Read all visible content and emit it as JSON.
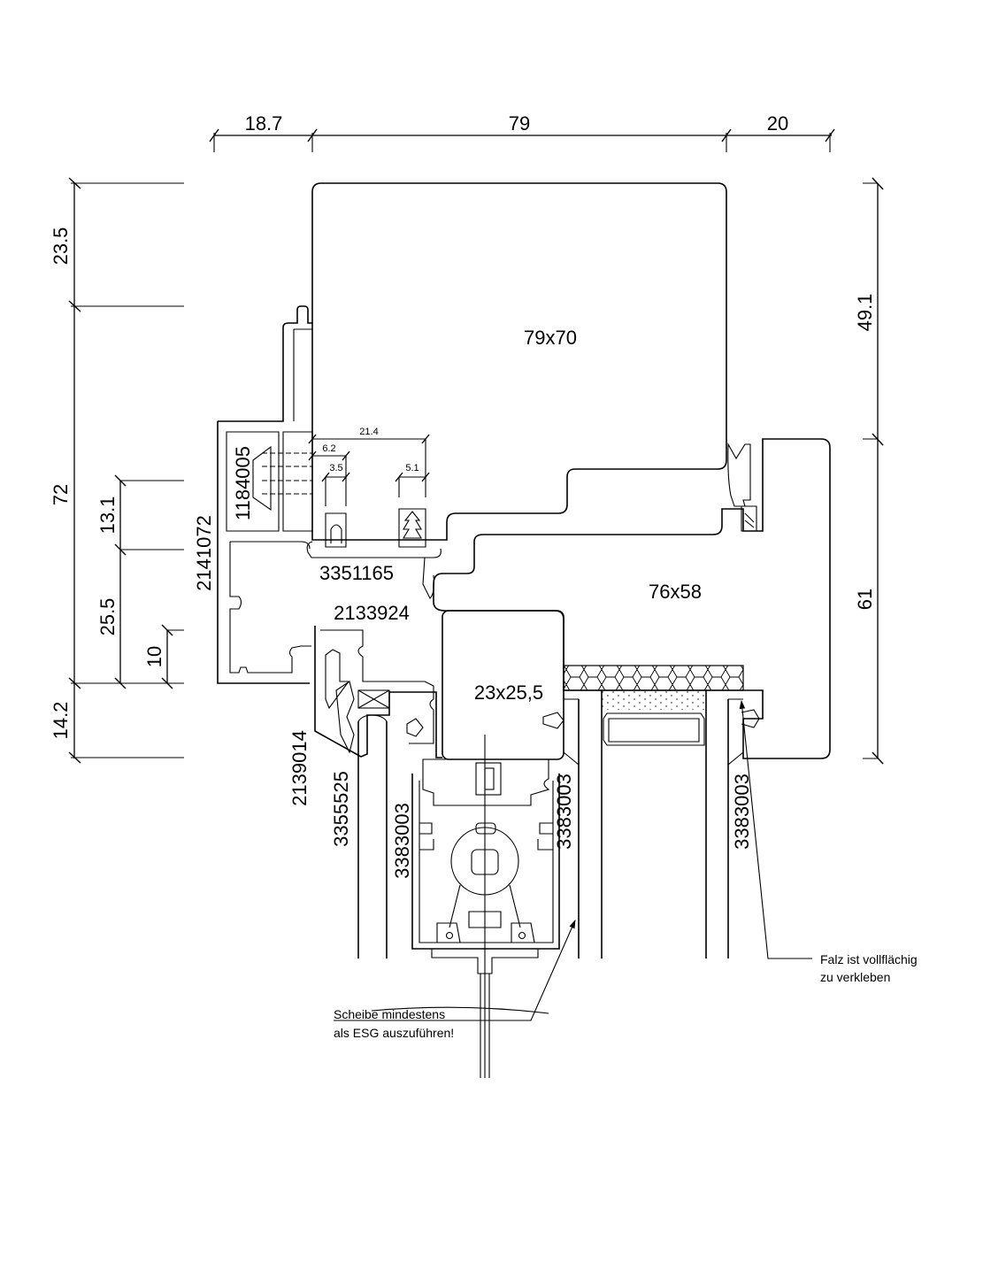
{
  "drawing": {
    "type": "technical-section-drawing",
    "line_color": "#000000",
    "background": "#ffffff"
  },
  "dimensions": {
    "top": [
      {
        "id": "top-1",
        "value": "18.7"
      },
      {
        "id": "top-2",
        "value": "79"
      },
      {
        "id": "top-3",
        "value": "20"
      }
    ],
    "left_outer": [
      {
        "id": "left-1",
        "value": "23.5"
      },
      {
        "id": "left-2",
        "value": "72"
      },
      {
        "id": "left-3",
        "value": "14.2"
      }
    ],
    "left_inner": [
      {
        "id": "left-inner-1",
        "value": "13.1"
      },
      {
        "id": "left-inner-2",
        "value": "25.5"
      },
      {
        "id": "left-inner-3",
        "value": "10"
      }
    ],
    "right": [
      {
        "id": "right-1",
        "value": "49.1"
      },
      {
        "id": "right-2",
        "value": "61"
      }
    ],
    "detail": [
      {
        "id": "detail-1",
        "value": "21.4"
      },
      {
        "id": "detail-2",
        "value": "6.2"
      },
      {
        "id": "detail-3",
        "value": "3.5"
      },
      {
        "id": "detail-4",
        "value": "5.1"
      }
    ]
  },
  "sections": {
    "upper_timber": "79x70",
    "lower_timber": "76x58",
    "small_block": "23x25,5"
  },
  "part_numbers": {
    "p1184005": "1184005",
    "p2141072": "2141072",
    "p3351165": "3351165",
    "p2133924": "2133924",
    "p2139014": "2139014",
    "p3355525": "3355525",
    "p3383003_a": "3383003",
    "p3383003_b": "3383003",
    "p3383003_c": "3383003"
  },
  "notes": {
    "glass_line1": "Scheibe mindestens",
    "glass_line2": "als ESG auszuführen!",
    "rebate_line1": "Falz ist vollflächig",
    "rebate_line2": "zu verkleben"
  }
}
